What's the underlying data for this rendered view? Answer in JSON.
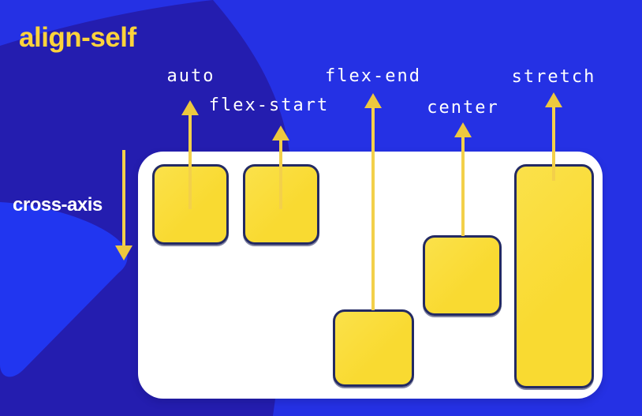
{
  "title": "align-self",
  "cross_axis": {
    "label": "cross-axis"
  },
  "diagram": {
    "description": "flex container with items demonstrating align-self values",
    "items": [
      {
        "label": "auto",
        "value": "auto"
      },
      {
        "label": "flex-start",
        "value": "flex-start"
      },
      {
        "label": "flex-end",
        "value": "flex-end"
      },
      {
        "label": "center",
        "value": "center"
      },
      {
        "label": "stretch",
        "value": "stretch"
      }
    ]
  },
  "colors": {
    "background_blue": "#2531e4",
    "background_dark_blob": "#241daf",
    "background_bright_blob": "#2136f0",
    "panel_white": "#ffffff",
    "box_yellow": "#f9da31",
    "box_border_navy": "#232a63",
    "arrow_gold": "#edc83e",
    "title_yellow": "#fdd33c",
    "label_white": "#ffffff"
  }
}
